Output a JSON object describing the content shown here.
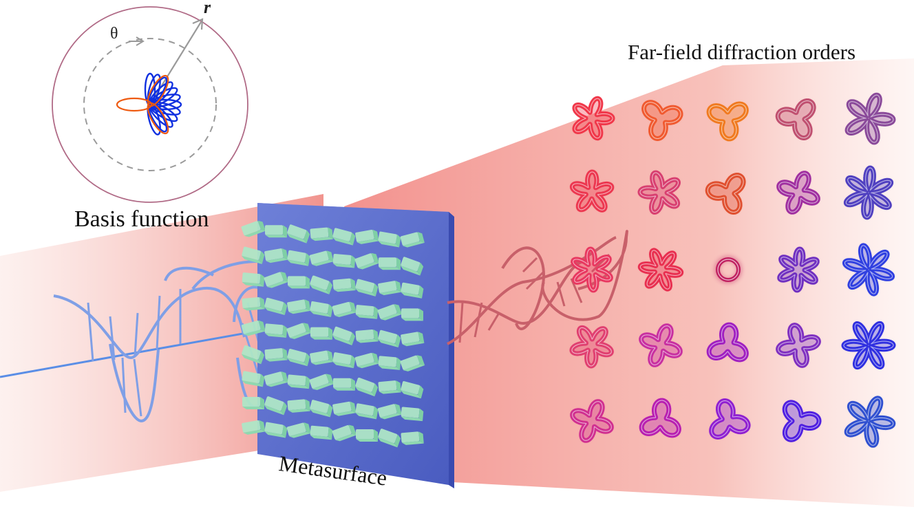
{
  "labels": {
    "basis_function": "Basis function",
    "metasurface": "Metasurface",
    "far_field": "Far-field diffraction orders",
    "theta": "θ",
    "r": "r"
  },
  "colors": {
    "beam_glow": "#f29a94",
    "incident_wave": "#7f9fe6",
    "output_wave": "#c8606a",
    "metasurface_plate": "#5b6fd0",
    "pillar": "#aee6c6",
    "basis_circle": "#b06a86",
    "basis_petal_blue": "#1030e0",
    "basis_petal_orange": "#ee5a10"
  },
  "diffraction_grid": {
    "rows": 5,
    "cols": 5,
    "lobes": [
      [
        5,
        3,
        3,
        3,
        5
      ],
      [
        5,
        5,
        3,
        4,
        6
      ],
      [
        6,
        6,
        0,
        6,
        6
      ],
      [
        5,
        4,
        3,
        4,
        6
      ],
      [
        4,
        3,
        3,
        3,
        5
      ]
    ],
    "colors": [
      [
        "#f0384a",
        "#f05a30",
        "#f07a20",
        "#c05070",
        "#8a4a9a"
      ],
      [
        "#ec3850",
        "#d84070",
        "#e05030",
        "#a030a0",
        "#5040c0"
      ],
      [
        "#e83860",
        "#e83050",
        "#c02060",
        "#7030c0",
        "#3040e0"
      ],
      [
        "#e04070",
        "#c830a0",
        "#a020c0",
        "#8030c0",
        "#3030e0"
      ],
      [
        "#d03090",
        "#b820b0",
        "#9020d0",
        "#5020e0",
        "#3050d0"
      ]
    ]
  }
}
